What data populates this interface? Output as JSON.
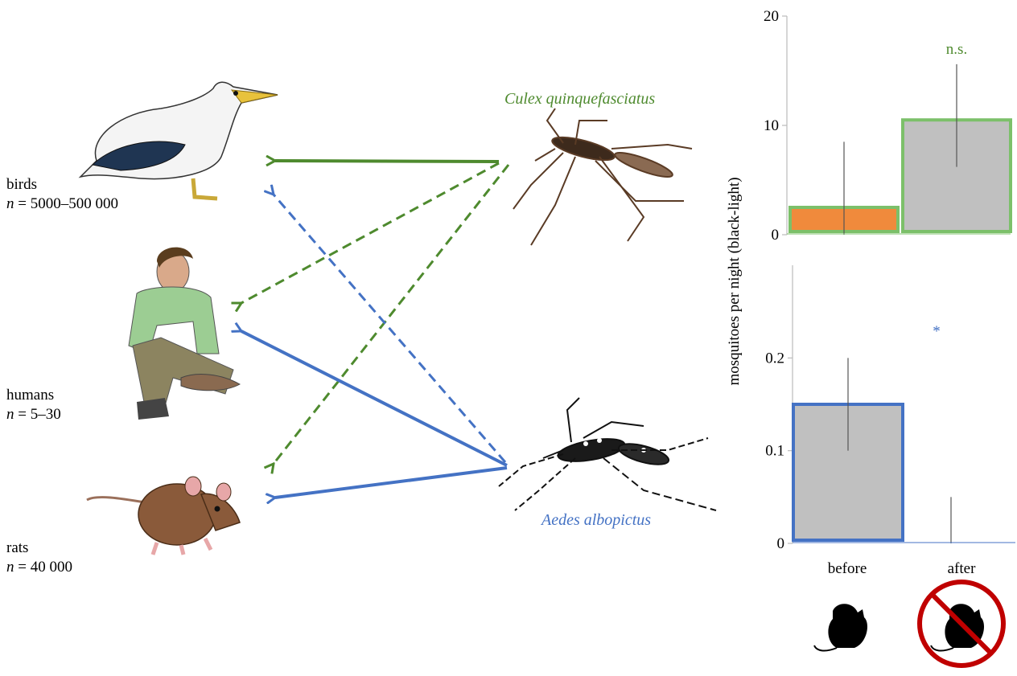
{
  "hosts": {
    "birds": {
      "name": "birds",
      "n_label": "n",
      "n_value": " = 5000–500 000"
    },
    "humans": {
      "name": "humans",
      "n_label": "n",
      "n_value": " = 5–30"
    },
    "rats": {
      "name": "rats",
      "n_label": "n",
      "n_value": " = 40 000"
    }
  },
  "mosquitoes": {
    "culex": {
      "name": "Culex quinquefasciatus",
      "color": "#4e8a2e"
    },
    "aedes": {
      "name": "Aedes albopictus",
      "color": "#4472c4"
    }
  },
  "chart_data": [
    {
      "type": "bar",
      "series_name": "Culex quinquefasciatus",
      "categories": [
        "before",
        "after"
      ],
      "values": [
        2.5,
        10.5
      ],
      "error_bars": [
        [
          0,
          8.5
        ],
        [
          6.2,
          15.6
        ]
      ],
      "fill_colors": [
        "#f08a3c",
        "#c0c0c0"
      ],
      "outline_color": "#7cc06a",
      "ylim": [
        0,
        20
      ],
      "yticks": [
        "0",
        "10",
        "20"
      ],
      "annotation": "n.s.",
      "annotation_color": "#4e8a2e"
    },
    {
      "type": "bar",
      "series_name": "Aedes albopictus",
      "categories": [
        "before",
        "after"
      ],
      "values": [
        0.15,
        0
      ],
      "error_bars": [
        [
          0.1,
          0.2
        ],
        [
          0,
          0.05
        ]
      ],
      "fill_colors": [
        "#c0c0c0",
        "#ffffff"
      ],
      "outline_color": "#4472c4",
      "ylim": [
        0,
        0.3
      ],
      "yticks": [
        "0",
        "0.1",
        "0.2"
      ],
      "annotation": "*",
      "annotation_color": "#4472c4"
    }
  ],
  "axis": {
    "ylabel": "mosquitoes per night (black-light)",
    "xcategories": [
      "before",
      "after"
    ]
  },
  "colors": {
    "culex_arrow": "#4e8a2e",
    "aedes_arrow": "#4472c4",
    "no_sign": "#c00000"
  }
}
